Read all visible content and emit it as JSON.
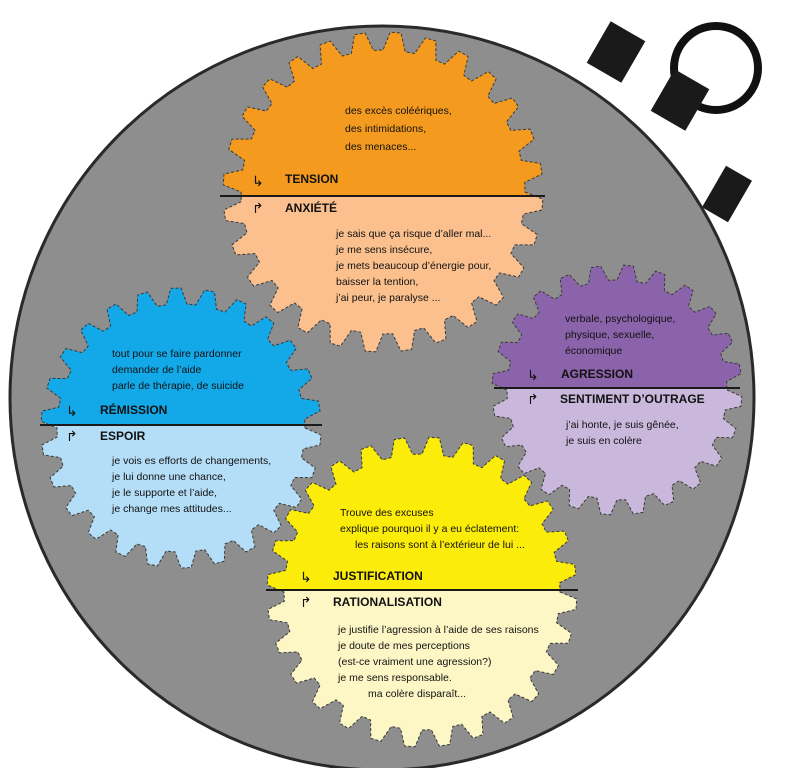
{
  "colors": {
    "dial": "#8e8e8e",
    "tension": "#f39a1f",
    "anxiete": "#fbc08e",
    "agression": "#8b63aa",
    "outrage": "#c9b8db",
    "remission": "#13a8e8",
    "espoir": "#b4def7",
    "justification": "#fbec0a",
    "rationalisation": "#fdf7c6"
  },
  "gears": {
    "tension": {
      "top_label": "TENSION",
      "top_lines": [
        "des excès coléériques,",
        "des intimidations,",
        "des menaces..."
      ],
      "bottom_label": "ANXIÉTÉ",
      "bottom_lines": [
        "je sais que ça risque d’aller mal...",
        "je me sens insécure,",
        "je mets beaucoup d’énergie pour,",
        "baisser la tention,",
        "j’ai peur, je paralyse ..."
      ]
    },
    "agression": {
      "top_label": "AGRESSION",
      "top_lines": [
        "verbale, psychologique,",
        "physique, sexuelle,",
        "économique"
      ],
      "bottom_label": "SENTIMENT D’OUTRAGE",
      "bottom_lines": [
        "j’ai honte, je suis gênée,",
        "je suis en colère"
      ]
    },
    "remission": {
      "top_label": "RÉMISSION",
      "top_lines": [
        "tout pour se faire pardonner",
        "demander de l’aide",
        "parle de thérapie, de suicide"
      ],
      "bottom_label": "ESPOIR",
      "bottom_lines": [
        "je vois es efforts de changements,",
        "je lui donne une chance,",
        "je le supporte et l’aide,",
        "je change mes attitudes..."
      ]
    },
    "justification": {
      "top_label": "JUSTIFICATION",
      "top_lines": [
        "Trouve des excuses",
        "explique pourquoi il y a eu éclatement:",
        "les raisons sont à l’extérieur de lui ..."
      ],
      "bottom_label": "RATIONALISATION",
      "bottom_lines": [
        "je justifie l’agression à l’aide de ses raisons",
        "je doute de mes perceptions",
        "(est-ce vraiment une agression?)",
        "je me sens responsable.",
        "ma colère disparaît..."
      ]
    }
  }
}
